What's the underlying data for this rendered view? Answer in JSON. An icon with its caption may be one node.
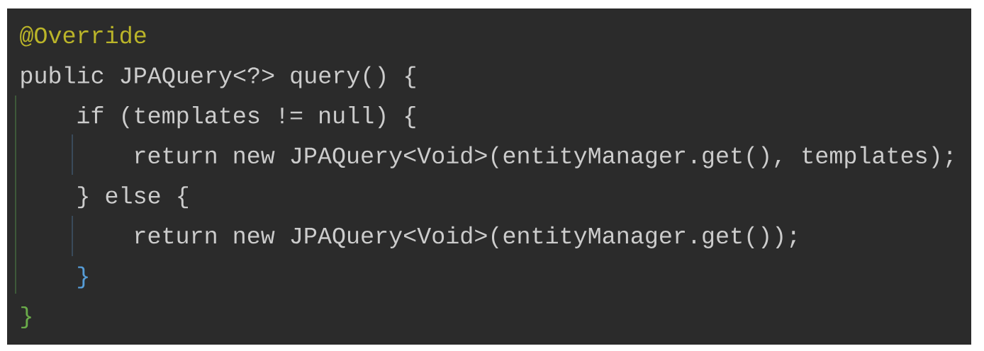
{
  "diagram": {
    "labels": [
      "@Override",
      "public JPAQuery<?> query() {",
      "if (templates != null) {",
      "return new JPAQuery<Void>(entityManager.get(), templates);",
      "} else {",
      "return new JPAQuery<Void>(entityManager.get());",
      "}",
      "}"
    ]
  }
}
